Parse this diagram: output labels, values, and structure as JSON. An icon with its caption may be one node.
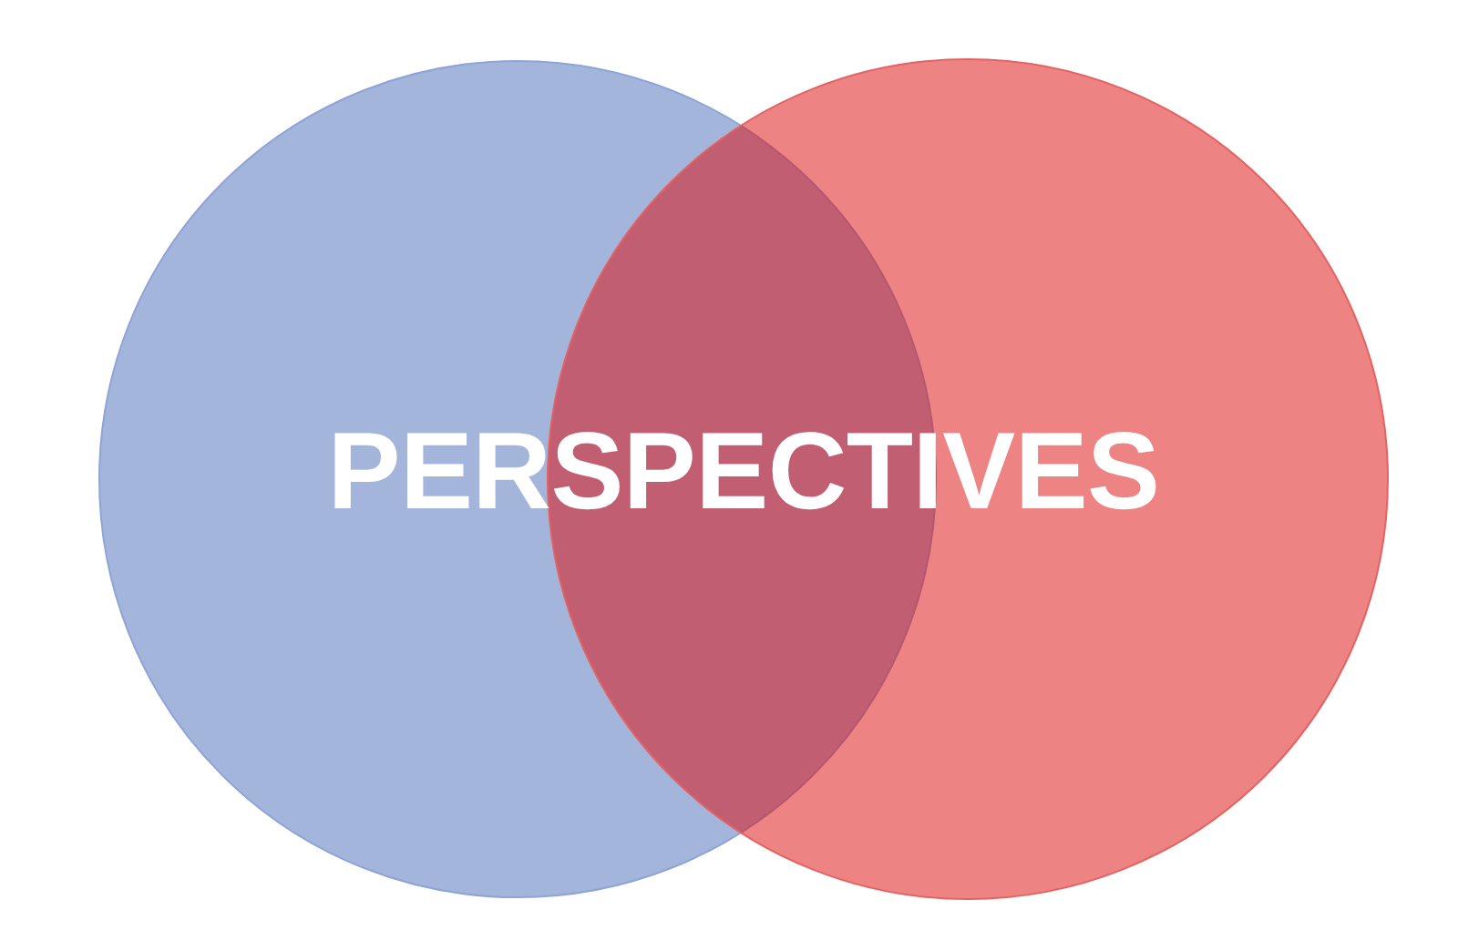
{
  "diagram": {
    "nodes": [
      {
        "text": [],
        "shape": "circle"
      },
      {
        "text": [],
        "shape": "circle"
      }
    ],
    "labels": [
      "PERSPECTIVES"
    ]
  }
}
